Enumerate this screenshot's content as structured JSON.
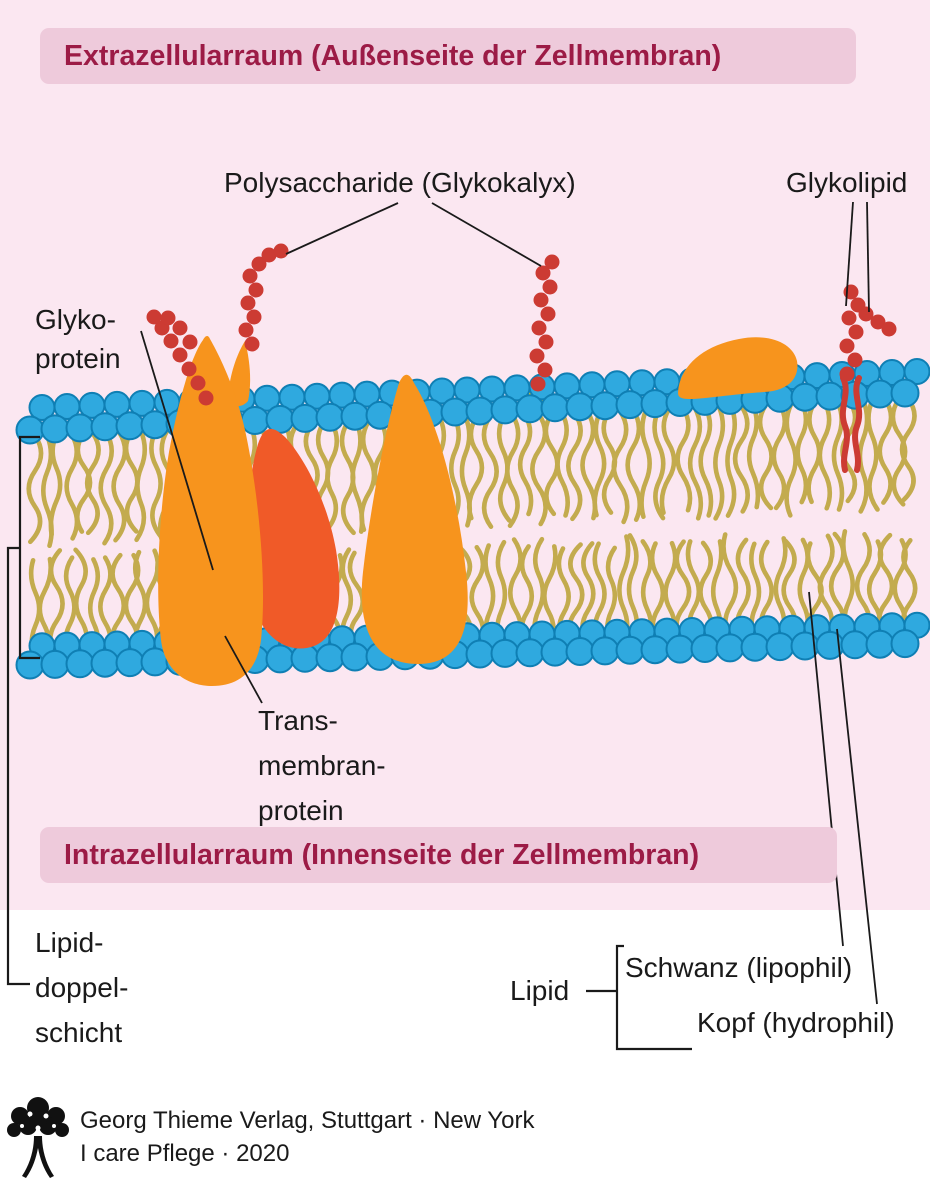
{
  "banners": {
    "extracellular": "Extrazellularraum (Außenseite der Zellmembran)",
    "intracellular": "Intrazellularraum (Innenseite der Zellmembran)"
  },
  "labels": {
    "polysaccharide": "Polysaccharide (Glykokalyx)",
    "glykolipid": "Glykolipid",
    "glykoprotein_line1": "Glyko-",
    "glykoprotein_line2": "protein",
    "transmembran_line1": "Trans-",
    "transmembran_line2": "membran-",
    "transmembran_line3": "protein",
    "lipiddoppelschicht_line1": "Lipid-",
    "lipiddoppelschicht_line2": "doppel-",
    "lipiddoppelschicht_line3": "schicht",
    "lipid": "Lipid",
    "schwanz": "Schwanz (lipophil)",
    "kopf": "Kopf (hydrophil)"
  },
  "footer": {
    "publisher": "Georg Thieme Verlag, Stuttgart · New York",
    "edition": "I care Pflege · 2020"
  },
  "colors": {
    "background_pink": "#fbe7f1",
    "banner_bg": "#eecadb",
    "banner_text": "#9c1b46",
    "lipid_head": "#2fa9df",
    "lipid_head_edge": "#0f7fb4",
    "lipid_tail": "#c3ab4e",
    "protein_orange": "#f7941d",
    "protein_red_orange": "#f05a28",
    "glyco_red": "#cc3b33",
    "yellow_blob": "#fcd116",
    "line": "#1a1a1a"
  }
}
